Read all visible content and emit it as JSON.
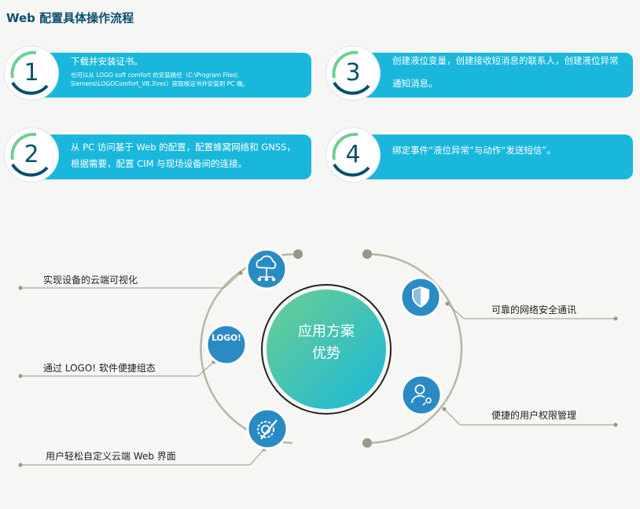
{
  "title": "Web 配置具体操作流程",
  "steps": [
    {
      "num": "1",
      "main": "下载并安装证书。",
      "sub": "也可以从 LOGO soft comfort 的安装路径（C:\\Program Files\\ Siemens\\LOGOComfort_V8.3\\res）获取根证书并安装到 PC 端。"
    },
    {
      "num": "2",
      "main": "从 PC 访问基于 Web 的配置，配置蜂窝网络和 GNSS，根据需要，配置 CIM 与现场设备间的连接。"
    },
    {
      "num": "3",
      "main": "创建液位变量，创建接收短消息的联系人，创建液位异常通知消息。"
    },
    {
      "num": "4",
      "main": "绑定事件“液位异常”与动作“发送短信”。"
    }
  ],
  "center": {
    "line1": "应用方案",
    "line2": "优势"
  },
  "logo_label": "LOGO!",
  "features": {
    "cloud": "实现设备的云端可视化",
    "logo": "通过 LOGO! 软件便捷组态",
    "custom": "用户轻松自定义云端 Web 界面",
    "security": "可靠的网络安全通讯",
    "permission": "便捷的用户权限管理"
  },
  "icons": {
    "cloud": "cloud-network-icon",
    "logo": "logo-badge-icon",
    "custom": "gear-pen-icon",
    "security": "shield-icon",
    "permission": "user-key-icon"
  },
  "colors": {
    "accent": "#1ab7dc",
    "dark": "#0a4f6e",
    "node": "#2a8bc4",
    "ring": "#b9b6a6",
    "gradient_start": "#6ccf8f",
    "gradient_end": "#1ab7dc"
  }
}
